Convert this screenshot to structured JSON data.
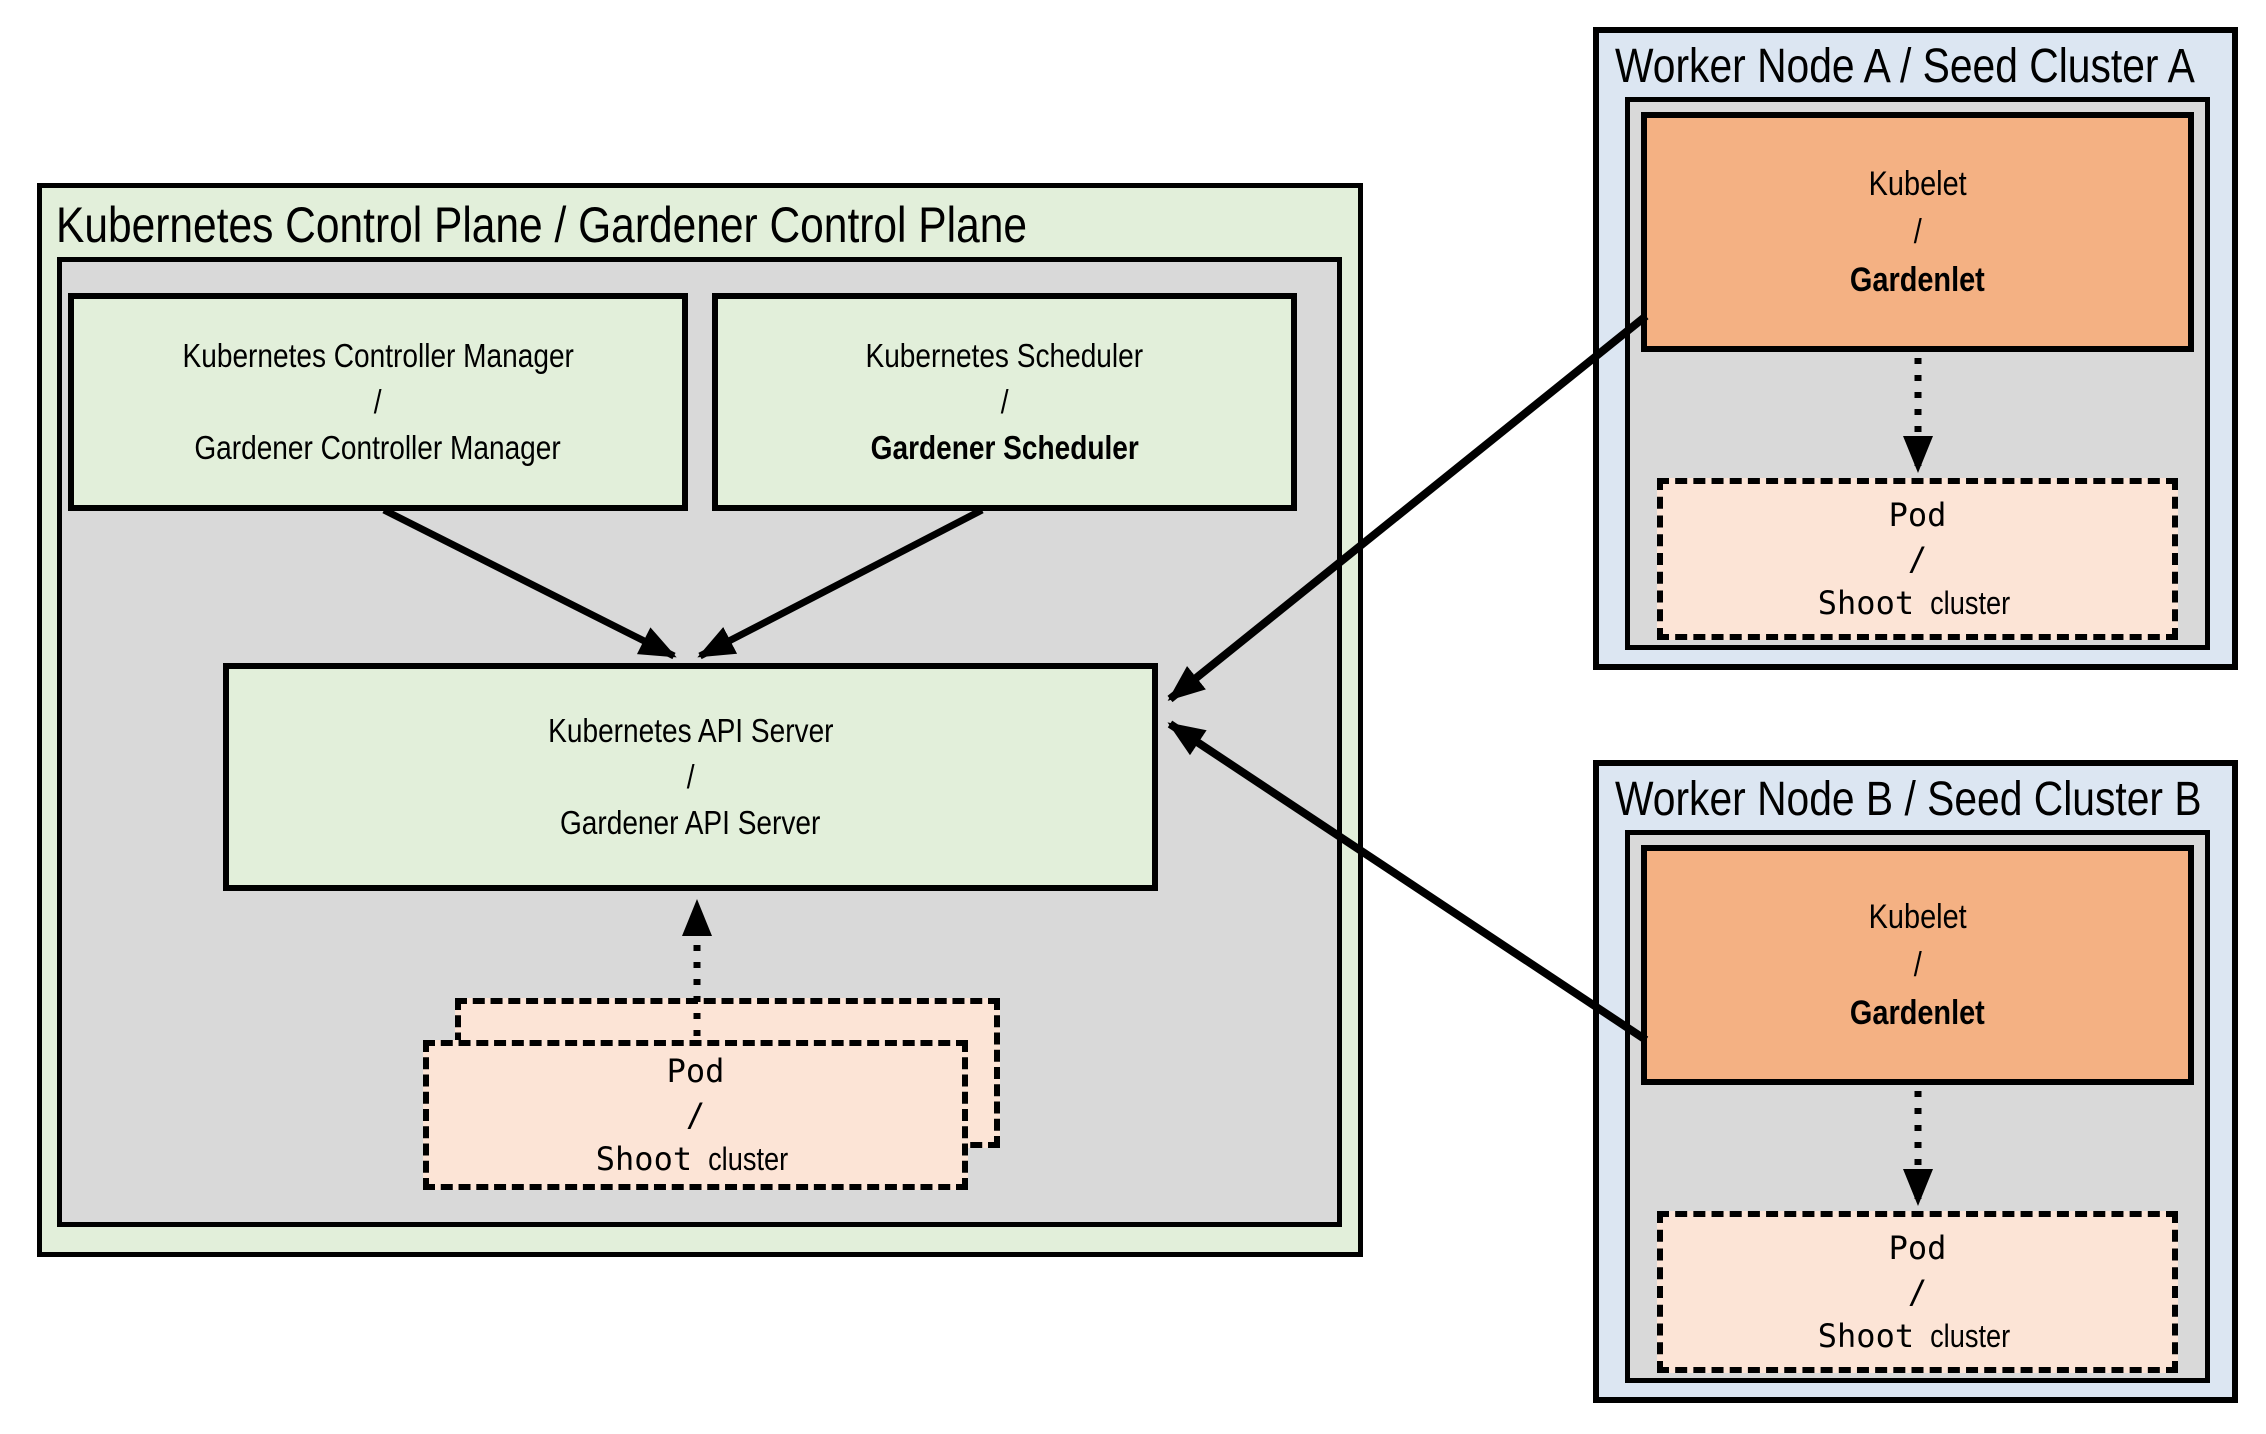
{
  "diagram": {
    "control_plane": {
      "title": "Kubernetes Control Plane / Gardener Control Plane",
      "controller_manager": {
        "line1": "Kubernetes Controller Manager",
        "separator": "/",
        "line2": "Gardener Controller Manager"
      },
      "scheduler": {
        "line1": "Kubernetes Scheduler",
        "separator": "/",
        "line2": "Gardener Scheduler"
      },
      "api_server": {
        "line1": "Kubernetes API Server",
        "separator": "/",
        "line2": "Gardener API Server"
      },
      "pod": {
        "line1": "Pod",
        "separator": "/",
        "line3_mono": "Shoot",
        "line3_sans": "cluster"
      }
    },
    "worker_a": {
      "title": "Worker Node A / Seed Cluster A",
      "kubelet": {
        "line1": "Kubelet",
        "separator": "/",
        "line2": "Gardenlet"
      },
      "pod": {
        "line1": "Pod",
        "separator": "/",
        "line3_mono": "Shoot",
        "line3_sans": "cluster"
      }
    },
    "worker_b": {
      "title": "Worker Node B / Seed Cluster B",
      "kubelet": {
        "line1": "Kubelet",
        "separator": "/",
        "line2": "Gardenlet"
      },
      "pod": {
        "line1": "Pod",
        "separator": "/",
        "line3_mono": "Shoot",
        "line3_sans": "cluster"
      }
    }
  },
  "colors": {
    "green": "#e2efda",
    "gray": "#d9d9d9",
    "blue": "#dce6f2",
    "orange": "#f4b183",
    "peach": "#fce4d6",
    "border": "#000000",
    "background": "#ffffff"
  }
}
